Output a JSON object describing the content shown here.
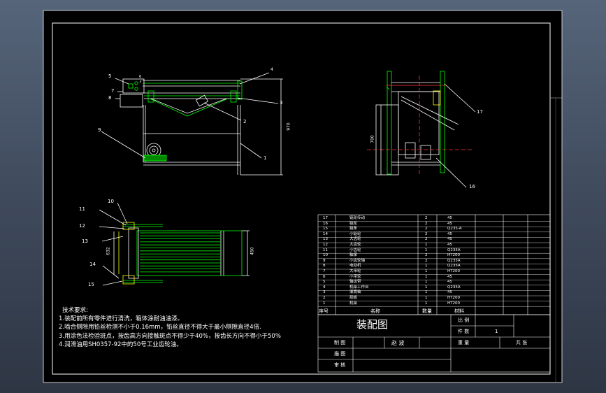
{
  "balloons": {
    "b1": "1",
    "b2": "2",
    "b3": "3",
    "b4": "4",
    "b5": "5",
    "b6": "6",
    "b7": "7",
    "b8": "8",
    "b9": "9",
    "b10": "10",
    "b11": "11",
    "b12": "12",
    "b13": "13",
    "b14": "14",
    "b15": "15",
    "b16": "16",
    "b17": "17"
  },
  "dimensions": {
    "height_front": "970",
    "height_side": "700",
    "width_plan": "632",
    "depth_plan": "450"
  },
  "notes": {
    "heading": "技术要求:",
    "n1": "1.装配前所有零件进行清洗，箱体涂耐油油漆。",
    "n2": "2.啮合侧隙用铅丝检测不小于0.16mm，铅丝直径不得大于最小侧隙直径4倍.",
    "n3": "3.用涂色法检验斑点，按齿高方向接触斑点不得少于40%，按齿长方向不得小于50%",
    "n4": "4.润滑油用SH0357-92中的50号工业齿轮油。"
  },
  "bom": {
    "rows": [
      {
        "no": "17",
        "name": "链轮传动",
        "qty": "2",
        "mat": "45"
      },
      {
        "no": "16",
        "name": "链轮",
        "qty": "2",
        "mat": "45"
      },
      {
        "no": "15",
        "name": "链条",
        "qty": "2",
        "mat": "Q235-A"
      },
      {
        "no": "14",
        "name": "小链轮",
        "qty": "2",
        "mat": "45"
      },
      {
        "no": "13",
        "name": "大齿轮",
        "qty": "2",
        "mat": "45"
      },
      {
        "no": "12",
        "name": "大齿轮",
        "qty": "1",
        "mat": "45"
      },
      {
        "no": "11",
        "name": "小齿轮",
        "qty": "1",
        "mat": "Q235A"
      },
      {
        "no": "10",
        "name": "轴承",
        "qty": "2",
        "mat": "HT200"
      },
      {
        "no": "9",
        "name": "小齿轮轴",
        "qty": "2",
        "mat": "Q235A"
      },
      {
        "no": "8",
        "name": "电动机",
        "qty": "1",
        "mat": "Q235A"
      },
      {
        "no": "7",
        "name": "大带轮",
        "qty": "1",
        "mat": "HT200"
      },
      {
        "no": "6",
        "name": "小带轮",
        "qty": "1",
        "mat": "45"
      },
      {
        "no": "5",
        "name": "输送带",
        "qty": "1",
        "mat": "45"
      },
      {
        "no": "4",
        "name": "机架工作台",
        "qty": "1",
        "mat": "Q235A"
      },
      {
        "no": "3",
        "name": "滚筒轴",
        "qty": "1",
        "mat": "45"
      },
      {
        "no": "2",
        "name": "刮板",
        "qty": "1",
        "mat": "HT200"
      },
      {
        "no": "1",
        "name": "机架",
        "qty": "1",
        "mat": "HT200"
      }
    ],
    "header": {
      "no": "序号",
      "name": "名称",
      "qty": "数量",
      "mat": "材料"
    }
  },
  "title_block": {
    "title": "装配图",
    "scale_label": "比 例",
    "pieces_label": "件 数",
    "pieces_value": "1",
    "drawn_label": "制 图",
    "drawn_name": "赵 波",
    "weight_label": "重 量",
    "sheet_label": "共 张",
    "desc_label": "描 图",
    "check_label": "审 核"
  },
  "colors": {
    "line": "#ffffff",
    "accent": "#00ff00",
    "cyan": "#00c8ff",
    "red": "#ff3030",
    "yellow": "#ffe000",
    "magenta": "#ff40ff"
  }
}
